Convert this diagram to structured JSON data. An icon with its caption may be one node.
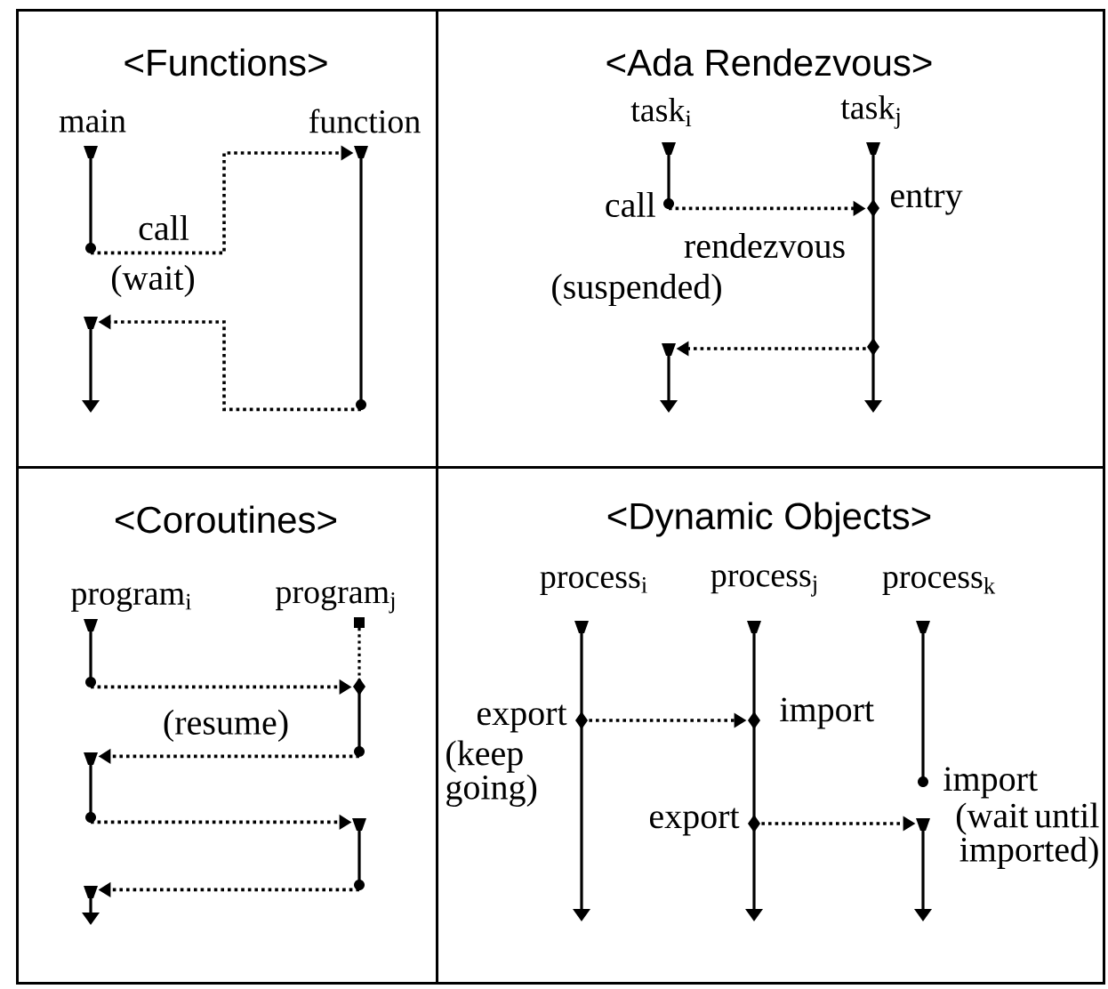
{
  "diagram": {
    "nodes": [
      {
        "text": [
          "<Functions>"
        ]
      },
      {
        "text": [],
        "shape": "bar",
        "in": 0,
        "beside": [
          "main"
        ]
      },
      {
        "text": [],
        "shape": "bar",
        "in": 0,
        "beside": [
          "function"
        ]
      },
      {
        "text": [],
        "shape": "bar",
        "in": 0
      },
      {
        "text": [
          "<Ada Rendezvous>"
        ]
      },
      {
        "text": [],
        "shape": "bar",
        "in": 4,
        "beside": [
          "task$_{i}$"
        ]
      },
      {
        "text": [],
        "shape": "bar",
        "in": 4,
        "beside": [
          "task$_{j}$"
        ]
      },
      {
        "text": [],
        "shape": "bar",
        "in": 4
      },
      {
        "text": [
          "<Coroutines>"
        ]
      },
      {
        "text": [],
        "shape": "bar",
        "in": 8,
        "beside": [
          "program$_{i}$"
        ]
      },
      {
        "text": [],
        "shape": "bar",
        "in": 8,
        "beside": [
          "program$_{j}$"
        ]
      },
      {
        "text": [],
        "shape": "bar",
        "in": 8
      },
      {
        "text": [],
        "shape": "bar",
        "in": 8
      },
      {
        "text": [],
        "shape": "bar",
        "in": 8
      },
      {
        "text": [
          "<Dynamic Objects>"
        ]
      },
      {
        "text": [],
        "shape": "bar",
        "in": 14,
        "beside": [
          "process$_{i}$"
        ]
      },
      {
        "text": [],
        "shape": "bar",
        "in": 14,
        "beside": [
          "process$_{j}$"
        ]
      },
      {
        "text": [],
        "shape": "bar",
        "in": 14,
        "beside": [
          "process$_{k}$"
        ]
      },
      {
        "text": [],
        "shape": "bar",
        "in": 14
      }
    ],
    "edges": [
      {
        "from": 1,
        "to": 2,
        "arrow": "to"
      },
      {
        "from": 2,
        "to": 3,
        "arrow": "to"
      },
      {
        "from": 5,
        "to": 6,
        "arrow": "to"
      },
      {
        "from": 6,
        "to": 7,
        "arrow": "to"
      },
      {
        "from": 9,
        "to": 10,
        "arrow": "to"
      },
      {
        "from": 10,
        "to": 11,
        "arrow": "to"
      },
      {
        "from": 11,
        "to": 12,
        "arrow": "to"
      },
      {
        "from": 12,
        "to": 13,
        "arrow": "to"
      },
      {
        "from": 15,
        "to": 16,
        "arrow": "to"
      },
      {
        "from": 16,
        "to": 18,
        "arrow": "to"
      }
    ],
    "labels": [
      "call",
      "(wait)",
      "call",
      "entry",
      "rendezvous",
      "(suspended)",
      "(resume)",
      "export",
      "import",
      "(keep going)",
      "import",
      "export",
      "(wait until imported)"
    ]
  }
}
